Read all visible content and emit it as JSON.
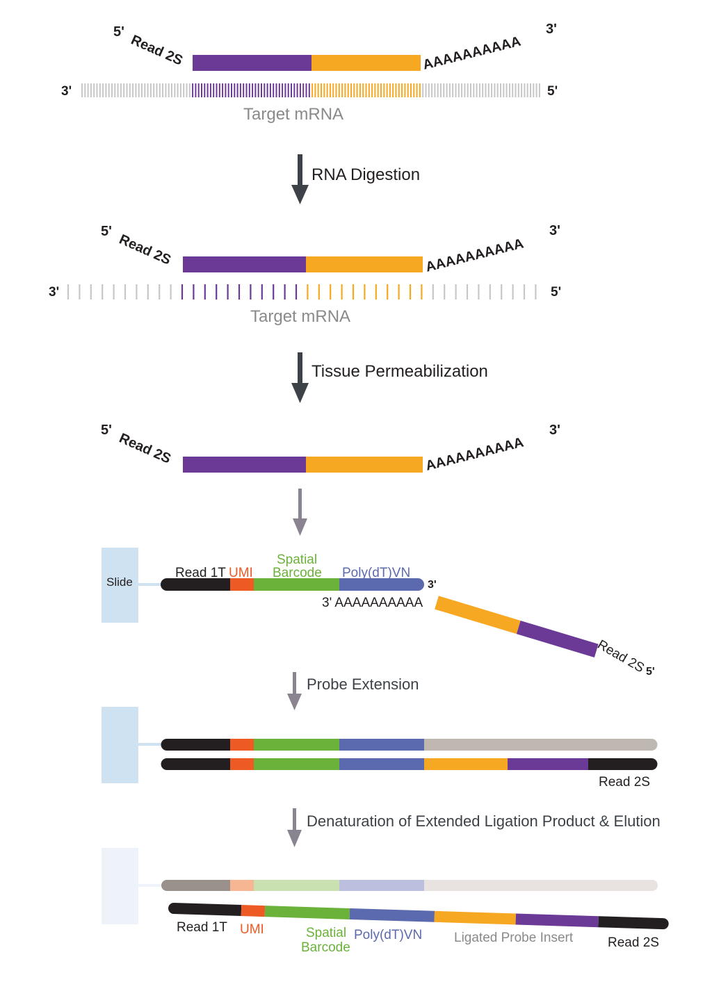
{
  "colors": {
    "purple": "#6B3A96",
    "orange": "#F7A823",
    "black": "#231F20",
    "umi_orange": "#EE5A24",
    "green": "#6AB23A",
    "blue": "#5B6AAE",
    "gray_strand": "#BFB8B1",
    "slide_blue": "#CFE2F1",
    "arrow_dark": "#3D4248",
    "arrow_gray": "#8A8390",
    "label_gray": "#8A8A8A"
  },
  "panel1": {
    "five_prime": "5'",
    "read_label": "Read 2S",
    "polyA": "AAAAAAAAAA",
    "three_prime": "3'",
    "mrna_3": "3'",
    "mrna_5": "5'",
    "mrna_label": "Target mRNA"
  },
  "step1": {
    "label": "RNA Digestion"
  },
  "panel2": {
    "five_prime": "5'",
    "read_label": "Read 2S",
    "polyA": "AAAAAAAAAA",
    "three_prime": "3'",
    "mrna_3": "3'",
    "mrna_5": "5'",
    "mrna_label": "Target mRNA"
  },
  "step2": {
    "label": "Tissue Permeabilization"
  },
  "panel3": {
    "five_prime": "5'",
    "read_label": "Read 2S",
    "polyA": "AAAAAAAAAA",
    "three_prime": "3'"
  },
  "panel4": {
    "slide_label": "Slide",
    "read1t": "Read 1T",
    "umi": "UMI",
    "spatial": "Spatial",
    "barcode": "Barcode",
    "polydt": "Poly(dT)VN",
    "three_prime_top": "3'",
    "polyA_line": "3' AAAAAAAAAA",
    "probe_read": "Read 2S",
    "probe_five": "5'"
  },
  "step3": {
    "label": "Probe Extension"
  },
  "panel5": {
    "read2s": "Read 2S"
  },
  "step4": {
    "label": "Denaturation of Extended Ligation Product & Elution"
  },
  "panel6": {
    "read1t": "Read 1T",
    "umi": "UMI",
    "spatial": "Spatial",
    "barcode": "Barcode",
    "polydt": "Poly(dT)VN",
    "insert": "Ligated Probe Insert",
    "read2s": "Read 2S"
  }
}
